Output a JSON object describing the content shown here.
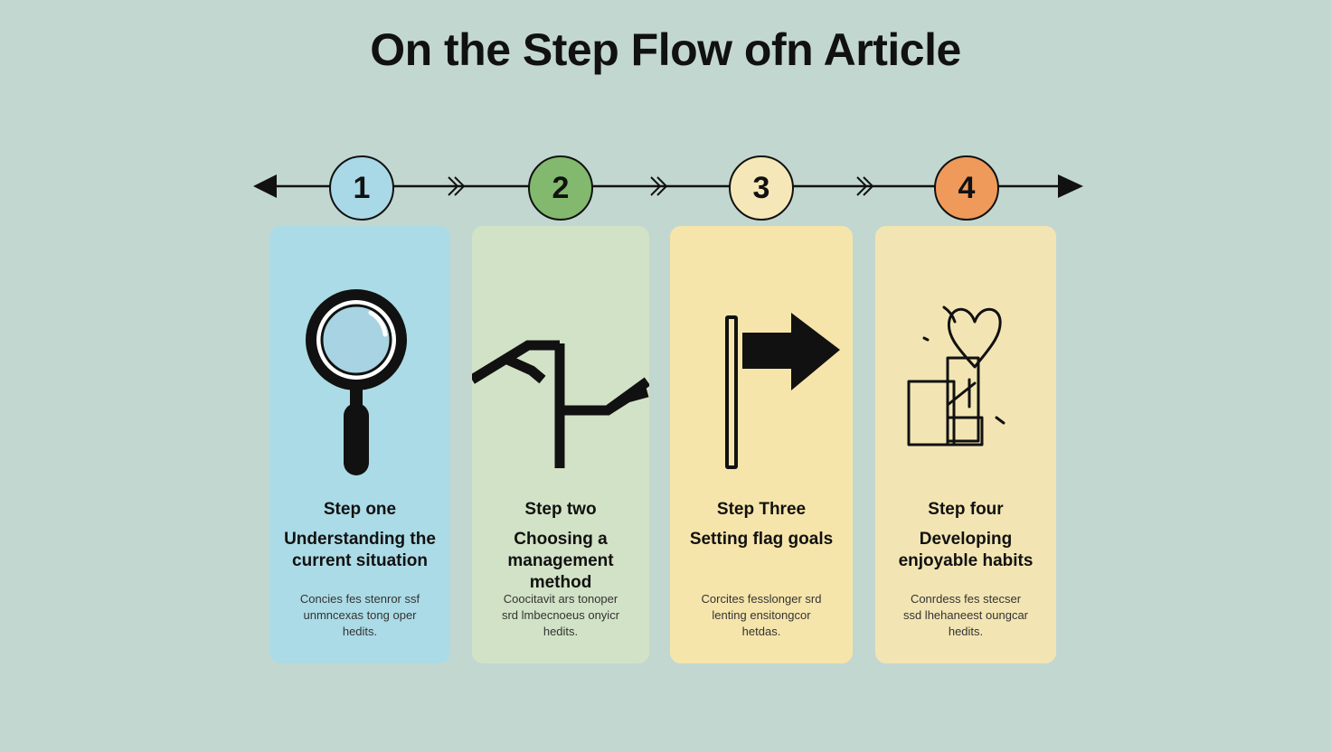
{
  "title": "On the Step Flow ofn Article",
  "colors": {
    "background": "#c3d7d1",
    "step1": "#a9d8e6",
    "step2": "#82b96e",
    "step3": "#f6e7b8",
    "step4": "#ef9a5a",
    "card1": "#abdbe6",
    "card2": "#d2e2c6",
    "card3": "#f6e5ab",
    "card4": "#f3e5b3"
  },
  "steps": [
    {
      "number": "1",
      "icon": "magnifying-glass-icon",
      "label": "Step one",
      "heading": "Understanding the current situation",
      "description": "Concies fes stenror ssf unmncexas tong oper hedits."
    },
    {
      "number": "2",
      "icon": "signpost-icon",
      "label": "Step two",
      "heading": "Choosing a management method",
      "description": "Coocitavit ars tonoper srd lmbecnoeus onyicr hedits."
    },
    {
      "number": "3",
      "icon": "flag-arrow-icon",
      "label": "Step Three",
      "heading": "Setting flag goals",
      "description": "Corcites fesslonger srd lenting ensitongcor hetdas."
    },
    {
      "number": "4",
      "icon": "heart-blocks-icon",
      "label": "Step four",
      "heading": "Developing enjoyable habits",
      "description": "Conrdess fes stecser ssd lhehaneest oungcar hedits."
    }
  ]
}
